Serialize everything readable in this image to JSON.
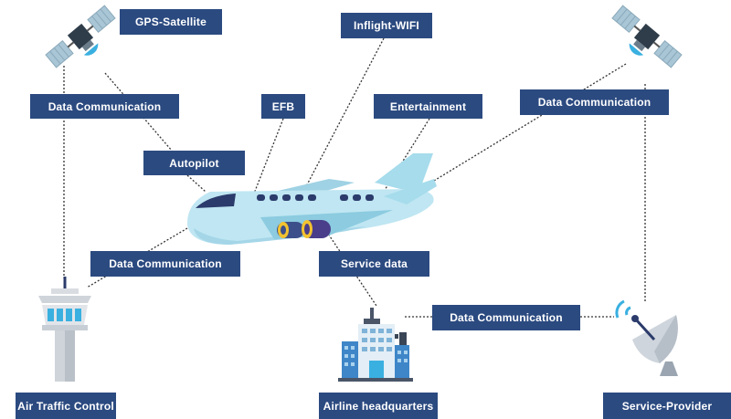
{
  "labels": {
    "gps_satellite": "GPS-Satellite",
    "inflight_wifi": "Inflight-WIFI",
    "data_comm_left": "Data Communication",
    "efb": "EFB",
    "entertainment": "Entertainment",
    "data_comm_right": "Data Communication",
    "autopilot": "Autopilot",
    "data_comm_atc": "Data Communication",
    "service_data": "Service data",
    "data_comm_ground": "Data Communication",
    "air_traffic_control": "Air Traffic Control",
    "airline_headquarters": "Airline headquarters",
    "service_provider": "Service-Provider"
  },
  "icons": [
    "satellite-icon",
    "airplane-icon",
    "control-tower-icon",
    "office-building-icon",
    "satellite-dish-icon"
  ],
  "colors": {
    "label_bg": "#2b4a80",
    "label_text": "#ffffff",
    "airplane_body": "#bfe6f2",
    "airplane_window": "#2b3b6b",
    "satellite_panel": "#a9c6d6",
    "satellite_dish": "#3ab0e0",
    "connector": "#333333"
  }
}
